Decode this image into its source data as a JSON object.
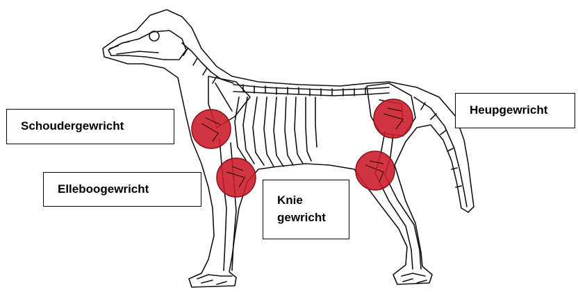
{
  "labels": {
    "shoulder": "Schoudergewricht",
    "elbow": "Elleboogewricht",
    "knee_line1": "Knie",
    "knee_line2": "gewricht",
    "hip": "Heupgewricht"
  },
  "icons": [
    "dog-skeleton-illustration",
    "joint-highlight-circle"
  ],
  "colors": {
    "joint_fill": "#cc1f2e",
    "joint_stroke": "#8a0f18",
    "outline": "#111111"
  }
}
